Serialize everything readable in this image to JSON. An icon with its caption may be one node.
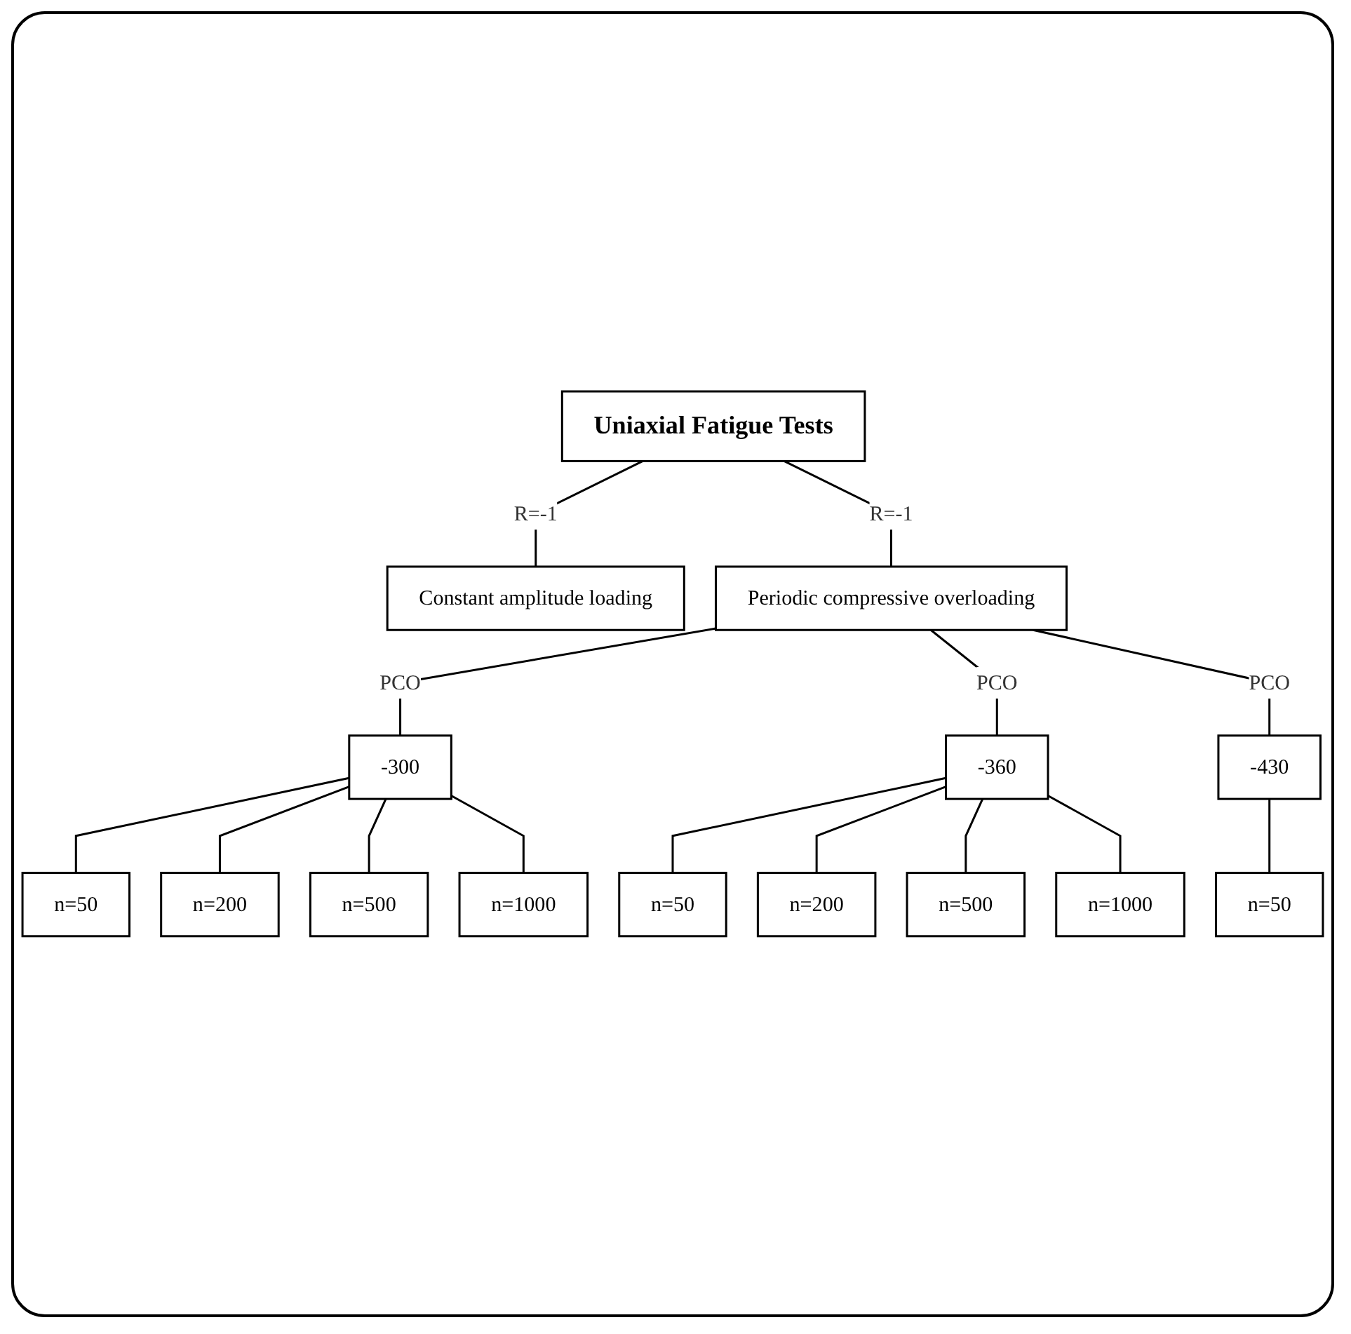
{
  "diagram": {
    "nodes": [
      {
        "text": [
          "Uniaxial Fatigue Tests"
        ]
      },
      {
        "text": [
          "Constant amplitude loading"
        ]
      },
      {
        "text": [
          "Periodic compressive overloading"
        ]
      },
      {
        "text": [
          "-300"
        ]
      },
      {
        "text": [
          "-360"
        ]
      },
      {
        "text": [
          "-430"
        ]
      },
      {
        "text": [
          "n=50"
        ]
      },
      {
        "text": [
          "n=200"
        ]
      },
      {
        "text": [
          "n=500"
        ]
      },
      {
        "text": [
          "n=1000"
        ]
      },
      {
        "text": [
          "n=50"
        ]
      },
      {
        "text": [
          "n=200"
        ]
      },
      {
        "text": [
          "n=500"
        ]
      },
      {
        "text": [
          "n=1000"
        ]
      },
      {
        "text": [
          "n=50"
        ]
      }
    ],
    "edges": [
      {
        "from": 0,
        "to": 1,
        "arrow": "none",
        "label": "R=-1"
      },
      {
        "from": 0,
        "to": 2,
        "arrow": "none",
        "label": "R=-1"
      },
      {
        "from": 2,
        "to": 3,
        "arrow": "none",
        "label": "PCO"
      },
      {
        "from": 2,
        "to": 4,
        "arrow": "none",
        "label": "PCO"
      },
      {
        "from": 2,
        "to": 5,
        "arrow": "none",
        "label": "PCO"
      },
      {
        "from": 3,
        "to": 6,
        "arrow": "none"
      },
      {
        "from": 3,
        "to": 7,
        "arrow": "none"
      },
      {
        "from": 3,
        "to": 8,
        "arrow": "none"
      },
      {
        "from": 3,
        "to": 9,
        "arrow": "none"
      },
      {
        "from": 4,
        "to": 10,
        "arrow": "none"
      },
      {
        "from": 4,
        "to": 11,
        "arrow": "none"
      },
      {
        "from": 4,
        "to": 12,
        "arrow": "none"
      },
      {
        "from": 4,
        "to": 13,
        "arrow": "none"
      },
      {
        "from": 5,
        "to": 14,
        "arrow": "none"
      }
    ]
  }
}
